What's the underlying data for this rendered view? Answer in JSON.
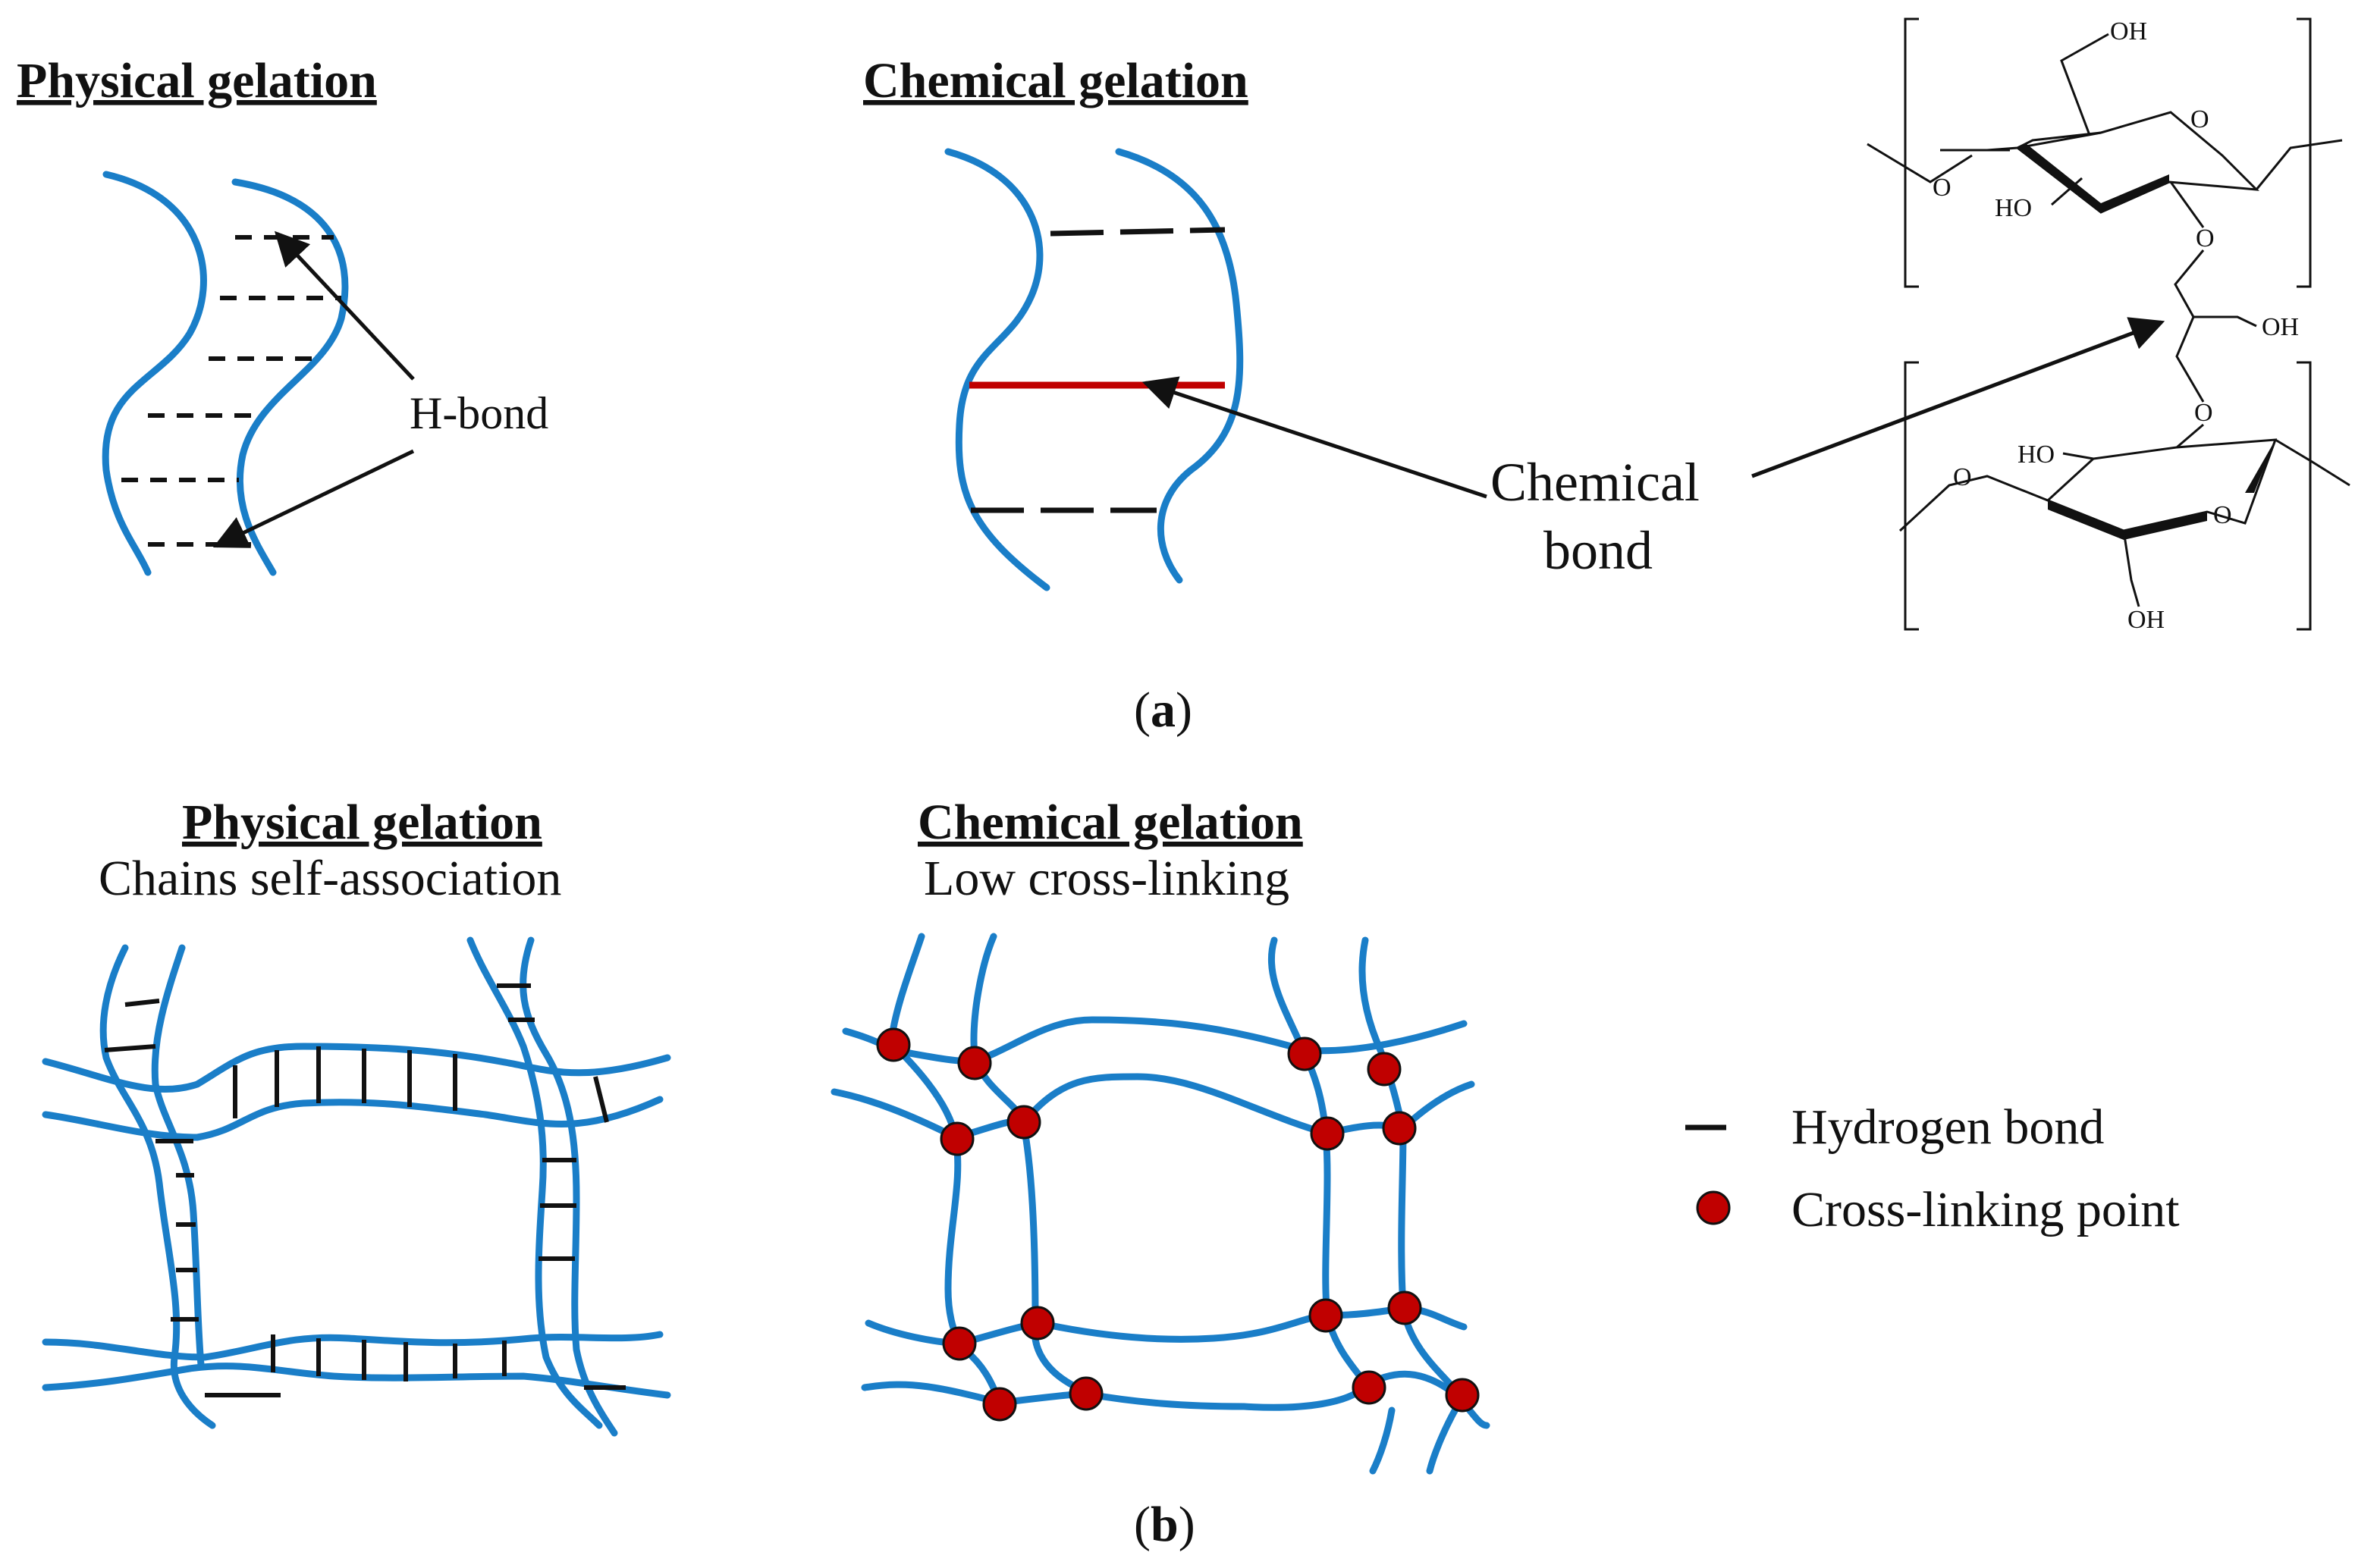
{
  "panel_a": {
    "physical_title": "Physical gelation",
    "chemical_title": "Chemical gelation",
    "hbond_label": "H-bond",
    "chemical_bond_label_1": "Chemical",
    "chemical_bond_label_2": "bond",
    "caption": "(a)",
    "molecule_labels": {
      "oh_top": "OH",
      "ho_top": "HO",
      "o_ring_top": "O",
      "o_left_top": "O",
      "o_link_top": "O",
      "oh_mid": "OH",
      "o_link_bottom": "O",
      "ho_bottom": "HO",
      "o_left_bottom": "O",
      "o_ring_bottom": "O",
      "oh_bottom": "OH"
    }
  },
  "panel_b": {
    "physical_title": "Physical gelation",
    "physical_subtitle": "Chains self-association",
    "chemical_title": "Chemical gelation",
    "chemical_subtitle": "Low cross-linking",
    "caption": "(b)"
  },
  "legend": {
    "hydrogen_bond": "Hydrogen bond",
    "crosslink_point": "Cross-linking point"
  },
  "colors": {
    "chain": "#1a7ec8",
    "chemical_bond": "#c00000",
    "crosslink": "#c00000"
  }
}
